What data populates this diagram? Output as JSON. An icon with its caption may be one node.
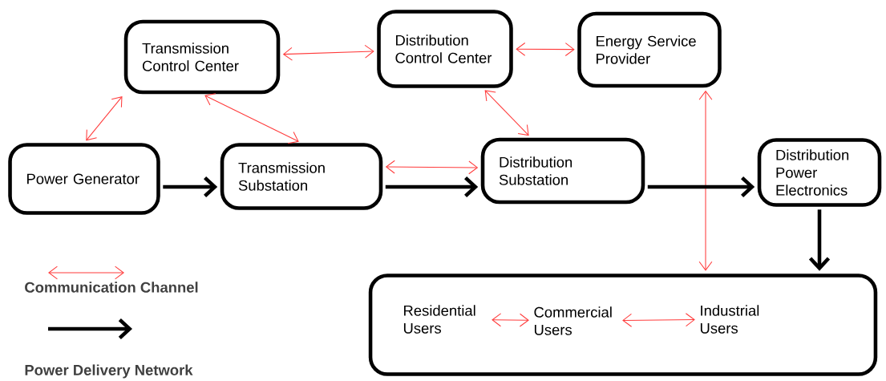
{
  "diagram": {
    "nodes": [
      {
        "text": [
          "Transmission Control Center"
        ]
      },
      {
        "text": [
          "Distribution Control Center"
        ]
      },
      {
        "text": [
          "Energy Service Provider"
        ]
      },
      {
        "text": [
          "Power Generator"
        ]
      },
      {
        "text": [
          "Transmission Substation"
        ]
      },
      {
        "text": [
          "Distribution Substation"
        ]
      },
      {
        "text": [
          "Distribution Power Electronics"
        ]
      },
      {
        "text": [],
        "shape": "box"
      },
      {
        "text": [
          "Residential Users"
        ],
        "in": 7
      },
      {
        "text": [
          "Commercial Users"
        ],
        "in": 7
      },
      {
        "text": [
          "Industrial Users"
        ],
        "in": 7
      }
    ],
    "edges": [
      {
        "from": 3,
        "to": 0,
        "arrow": "both"
      },
      {
        "from": 0,
        "to": 1,
        "arrow": "both"
      },
      {
        "from": 1,
        "to": 2,
        "arrow": "both"
      },
      {
        "from": 0,
        "to": 4,
        "arrow": "both"
      },
      {
        "from": 1,
        "to": 5,
        "arrow": "both"
      },
      {
        "from": 4,
        "to": 5,
        "arrow": "both"
      },
      {
        "from": 2,
        "to": 7,
        "arrow": "both"
      },
      {
        "from": 8,
        "to": 9,
        "arrow": "both"
      },
      {
        "from": 9,
        "to": 10,
        "arrow": "both"
      },
      {
        "from": 3,
        "to": 4,
        "arrow": "to",
        "style": "thick",
        "color": "#000000"
      },
      {
        "from": 4,
        "to": 5,
        "arrow": "to",
        "style": "thick",
        "color": "#000000"
      },
      {
        "from": 5,
        "to": 6,
        "arrow": "to",
        "style": "thick",
        "color": "#000000"
      },
      {
        "from": 6,
        "to": 7,
        "arrow": "to",
        "style": "thick",
        "color": "#000000"
      }
    ],
    "legend": [
      {
        "text": "Communication Channel"
      },
      {
        "text": "Power Delivery Network"
      }
    ]
  }
}
